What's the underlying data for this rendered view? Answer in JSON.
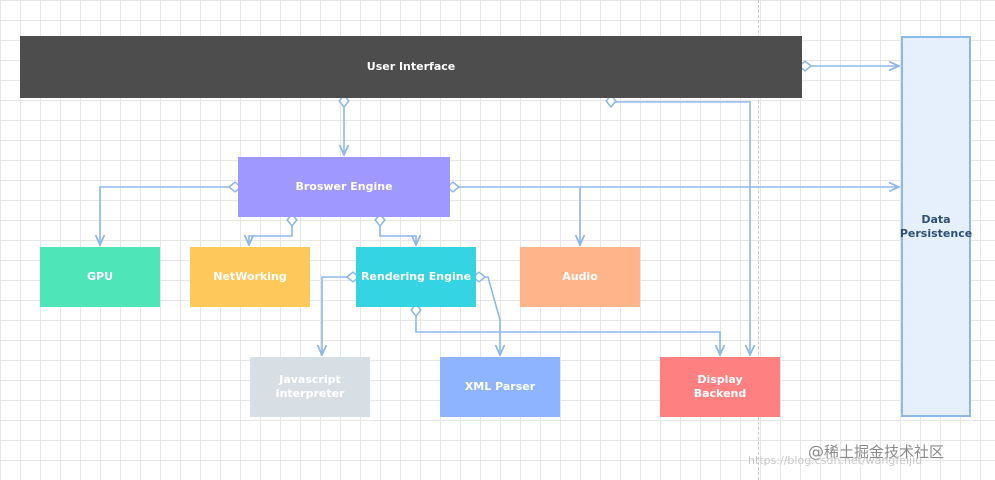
{
  "nodes": {
    "user_interface": "User Interface",
    "browser_engine": "Broswer Engine",
    "gpu": "GPU",
    "networking": "NetWorking",
    "rendering_engine": "Rendering Engine",
    "audio": "Audio",
    "javascript_interpreter": "Javascript\nInterpreter",
    "xml_parser": "XML Parser",
    "display_backend": "Display\nBackend",
    "data_persistence": "Data\nPersistence"
  },
  "colors": {
    "user_interface": "#4d4d4d",
    "browser_engine": "#9f98ff",
    "gpu": "#4ee6b8",
    "networking": "#ffc85a",
    "rendering_engine": "#35d4e2",
    "audio": "#ffb48a",
    "javascript_interpreter": "#d7dfe4",
    "xml_parser": "#8eb4ff",
    "display_backend": "#ff8080",
    "data_persistence": "#e5f0fc",
    "edge": "#8db8ea"
  },
  "edges": [
    {
      "from": "user_interface",
      "to": "browser_engine"
    },
    {
      "from": "user_interface",
      "to": "data_persistence"
    },
    {
      "from": "user_interface",
      "to": "display_backend"
    },
    {
      "from": "browser_engine",
      "to": "gpu"
    },
    {
      "from": "browser_engine",
      "to": "networking"
    },
    {
      "from": "browser_engine",
      "to": "rendering_engine"
    },
    {
      "from": "browser_engine",
      "to": "audio"
    },
    {
      "from": "browser_engine",
      "to": "data_persistence"
    },
    {
      "from": "rendering_engine",
      "to": "javascript_interpreter"
    },
    {
      "from": "rendering_engine",
      "to": "xml_parser"
    },
    {
      "from": "rendering_engine",
      "to": "display_backend"
    }
  ],
  "watermark": {
    "at": "@",
    "text": "稀土掘金技术社区",
    "url": "https://blog.csdn.net/wangfeijiu"
  }
}
